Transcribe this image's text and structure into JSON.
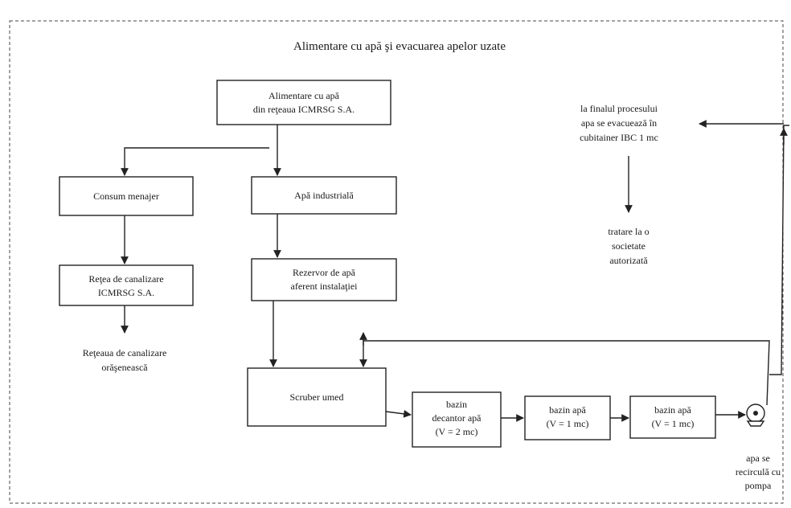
{
  "diagram": {
    "title": "Alimentare cu apă şi evacuarea apelor uzate",
    "nodes": {
      "supply": [
        "Alimentare cu apă",
        "din reţeaua ICMRSG S.A."
      ],
      "household": [
        "Consum menajer"
      ],
      "industrial": [
        "Apă industrială"
      ],
      "sewer_network": [
        "Reţea de canalizare",
        "ICMRSG S.A."
      ],
      "tank": [
        "Rezervor de apă",
        "aferent instalaţiei"
      ],
      "scrubber": [
        "Scruber umed"
      ],
      "decanter": [
        "bazin",
        "decantor apă",
        "(V = 2 mc)"
      ],
      "basin1": [
        "bazin apă",
        "(V = 1 mc)"
      ],
      "basin2": [
        "bazin apă",
        "(V = 1 mc)"
      ]
    },
    "notes": {
      "city_sewer": [
        "Reţeaua de canalizare",
        "orăşenească"
      ],
      "evacuation": [
        "la finalul procesului",
        "apa se evacuează în",
        "cubitainer IBC 1 mc"
      ],
      "treatment": [
        "tratare la o",
        "societate",
        "autorizată"
      ],
      "pump": [
        "apa se",
        "recirculă cu",
        "pompa"
      ]
    },
    "icons": {
      "pump": "pump-icon"
    }
  }
}
